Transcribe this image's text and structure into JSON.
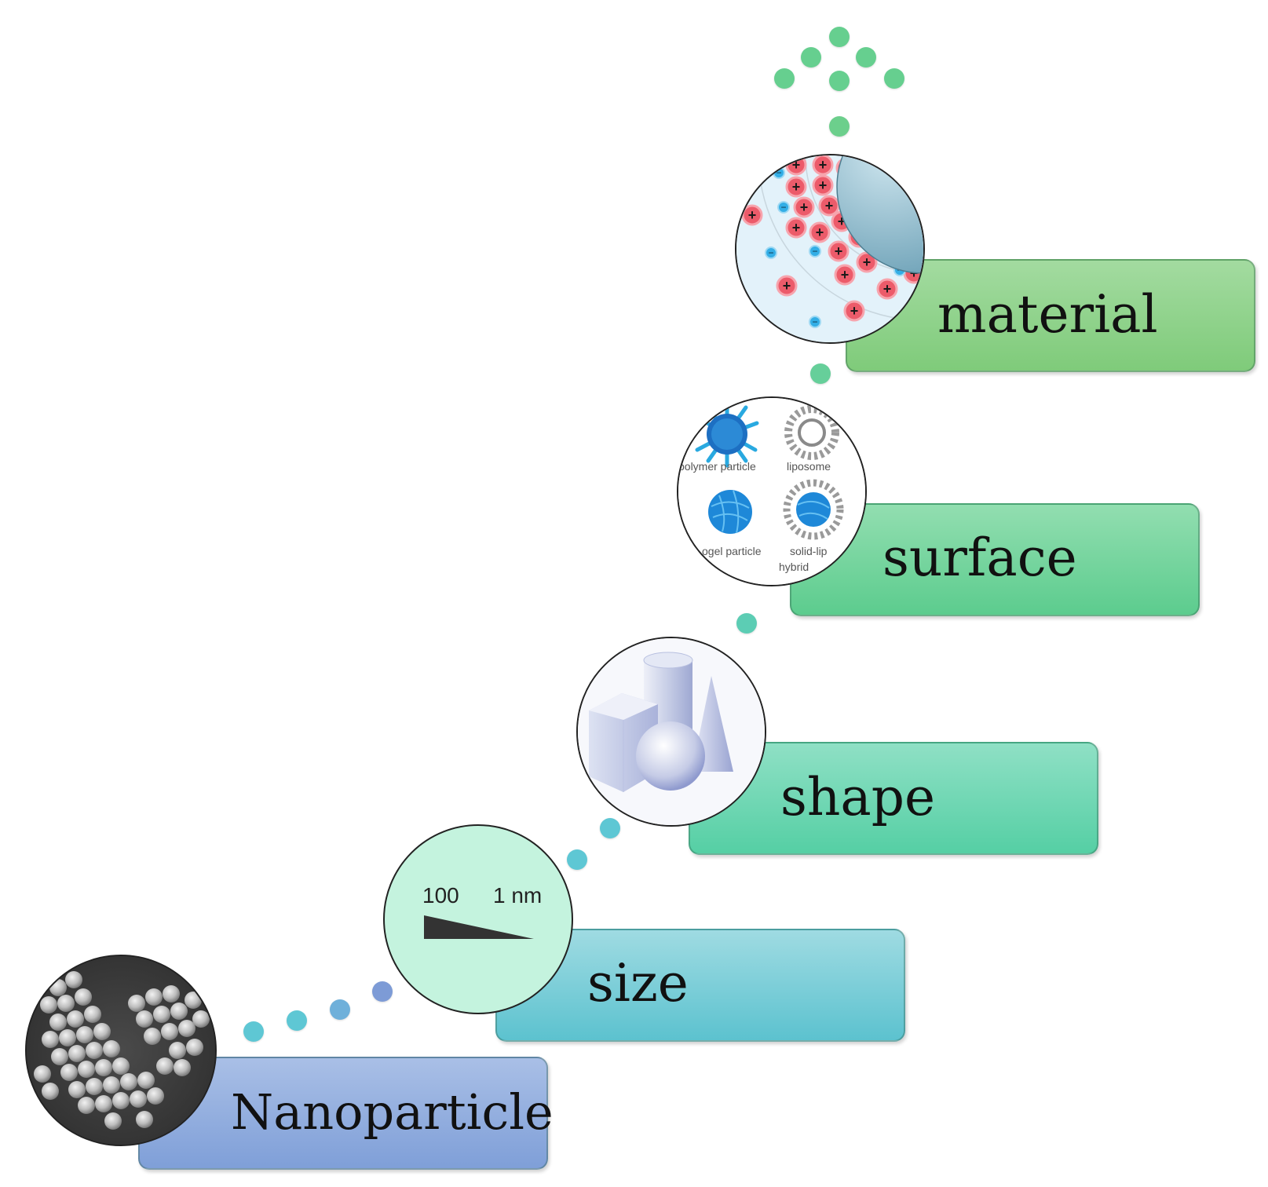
{
  "steps": [
    {
      "label": "Nanoparticle",
      "color_top": "#a9bfe6",
      "color_bottom": "#7f9fd8"
    },
    {
      "label": "size",
      "color_top": "#9fdbe2",
      "color_bottom": "#5cc2cf"
    },
    {
      "label": "shape",
      "color_top": "#8fe0c5",
      "color_bottom": "#55cfa4"
    },
    {
      "label": "surface",
      "color_top": "#92deb0",
      "color_bottom": "#5ccc8e"
    },
    {
      "label": "material",
      "color_top": "#a3dba0",
      "color_bottom": "#7fcb7a"
    }
  ],
  "size_scale": {
    "left": "100",
    "right": "1 nm"
  },
  "surface_types": {
    "polymer": "polymer particle",
    "liposome": "liposome",
    "hydrogel": "ogel particle",
    "hybrid_1": "solid-lip",
    "hybrid_2": "hybrid"
  },
  "charge_symbols": {
    "positive": "+",
    "negative": "−"
  },
  "dot_colors": {
    "blue": "#7d9bd6",
    "teal": "#5ec7d4",
    "green": "#66cf8f"
  }
}
